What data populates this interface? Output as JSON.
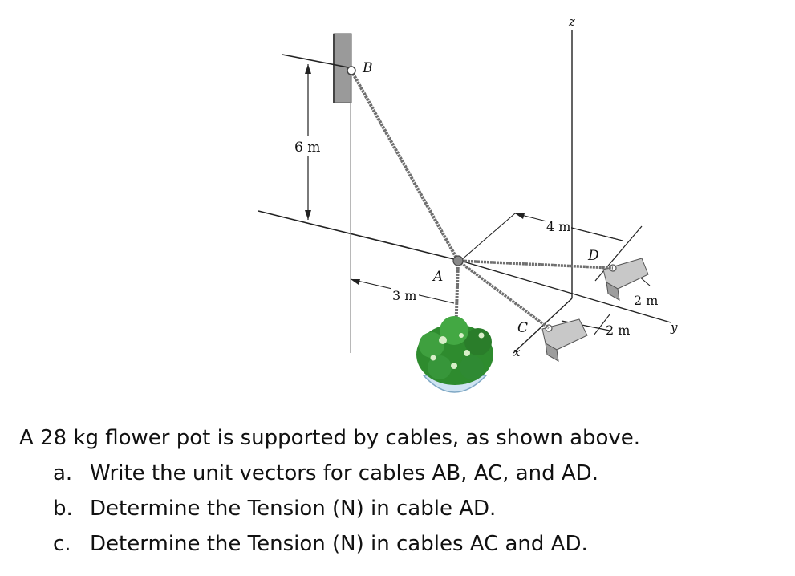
{
  "figure": {
    "labels": {
      "point_b": "B",
      "point_a": "A",
      "point_c": "C",
      "point_d": "D",
      "axis_x": "x",
      "axis_y": "y",
      "axis_z": "z"
    },
    "dimensions": {
      "height_b": "6 m",
      "offset_b": "3 m",
      "offset_a": "4 m",
      "spacing_d": "2 m",
      "spacing_c": "2 m"
    },
    "colors": {
      "cable": "#6f6f6f",
      "foliage": "#2e8b2e",
      "pot": "#cfe3f2",
      "support": "#bdbdbd"
    }
  },
  "problem": {
    "stem": "A 28 kg flower pot is supported by cables, as shown above.",
    "parts": [
      {
        "marker": "a.",
        "text": "Write the unit vectors for cables AB, AC, and AD."
      },
      {
        "marker": "b.",
        "text": "Determine the Tension (N) in cable AD."
      },
      {
        "marker": "c.",
        "text": "Determine the Tension (N) in cables AC and AD."
      }
    ]
  }
}
